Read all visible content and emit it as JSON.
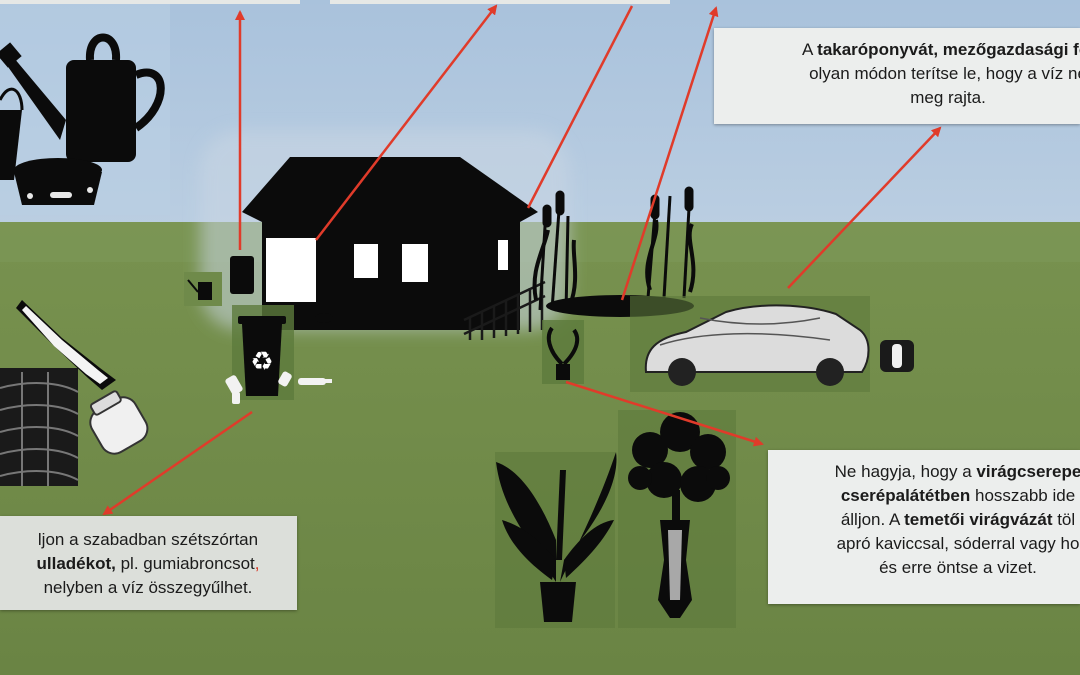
{
  "colors": {
    "sky": "#aec5dc",
    "grass": "#6f8a4a",
    "arrow": "#e03b2a",
    "silhouette": "#0b0b0b"
  },
  "callouts": {
    "top": {
      "l1a": "A ",
      "l1b": "takaróponyvát, mezőgazdasági fól",
      "l2": "olyan módon terítse le, hogy a víz ne",
      "l3": "meg rajta."
    },
    "left": {
      "l1": "ljon a szabadban szétszórtan",
      "l2a": "ulladékot,",
      "l2b": " pl. gumiabroncsot",
      "l2c": ",",
      "l3": "nelyben a víz összegyűlhet."
    },
    "right": {
      "l1a": "Ne hagyja, hogy a ",
      "l1b": "virágcserepe",
      "l2a": "cserépalátétben",
      "l2b": " hosszabb ide",
      "l3a": "álljon. A ",
      "l3b": "temetői virágvázát",
      "l3c": " töl",
      "l4": "apró kaviccsal, sóderral vagy ho",
      "l5": "és erre öntse a vizet."
    }
  },
  "icons": [
    "watering-can-icon",
    "bucket-icon",
    "pet-bowl-icon",
    "house-icon",
    "rain-barrel-icon",
    "recycling-bin-icon",
    "bottle-icon",
    "jar-icon",
    "tire-stack-icon",
    "car-cover-icon",
    "plant-pot-icon",
    "flower-vase-icon",
    "reed-plant-icon",
    "pond-icon"
  ]
}
